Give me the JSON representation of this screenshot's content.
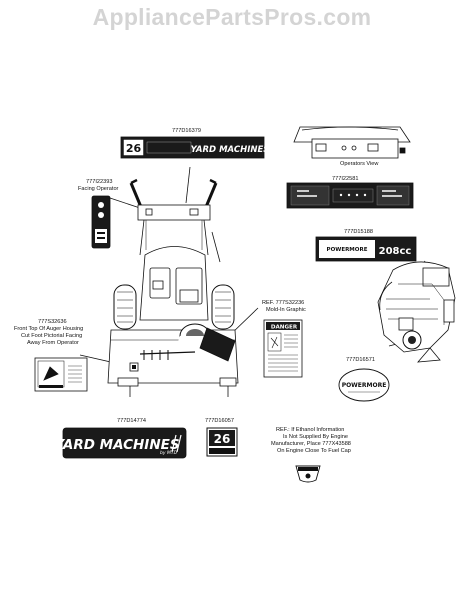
{
  "watermark": "AppliancePartsPros.com",
  "labels": {
    "p1": "777D16379",
    "p2": "777I22393",
    "p2_sub": "Facing Operator",
    "p3_sub": "Operators View",
    "p4": "777I22581",
    "p5": "777D15188",
    "p6": "777S32636",
    "p6_l1": "Front Top Of Auger Housing",
    "p6_l2": "Cut Foot Pictorial Facing",
    "p6_l3": "Away From Operator",
    "p7": "REF. 777S32236",
    "p7_sub": "Mold-In Graphic",
    "p8": "777D16571",
    "p9": "777D14774",
    "p10": "777D16057",
    "ref_l1": "REF.: If Ethanol Information",
    "ref_l2": "Is Not Supplied By Engine",
    "ref_l3": "Manufacturer, Place 777X43588",
    "ref_l4": "On Engine Close To Fuel Cap"
  },
  "decals": {
    "yard_machines": "YARD MACHINES",
    "by_mtd": "by MTD",
    "size_26": "26",
    "powermore": "POWERMORE",
    "cc": "208cc",
    "danger": "DANGER"
  }
}
